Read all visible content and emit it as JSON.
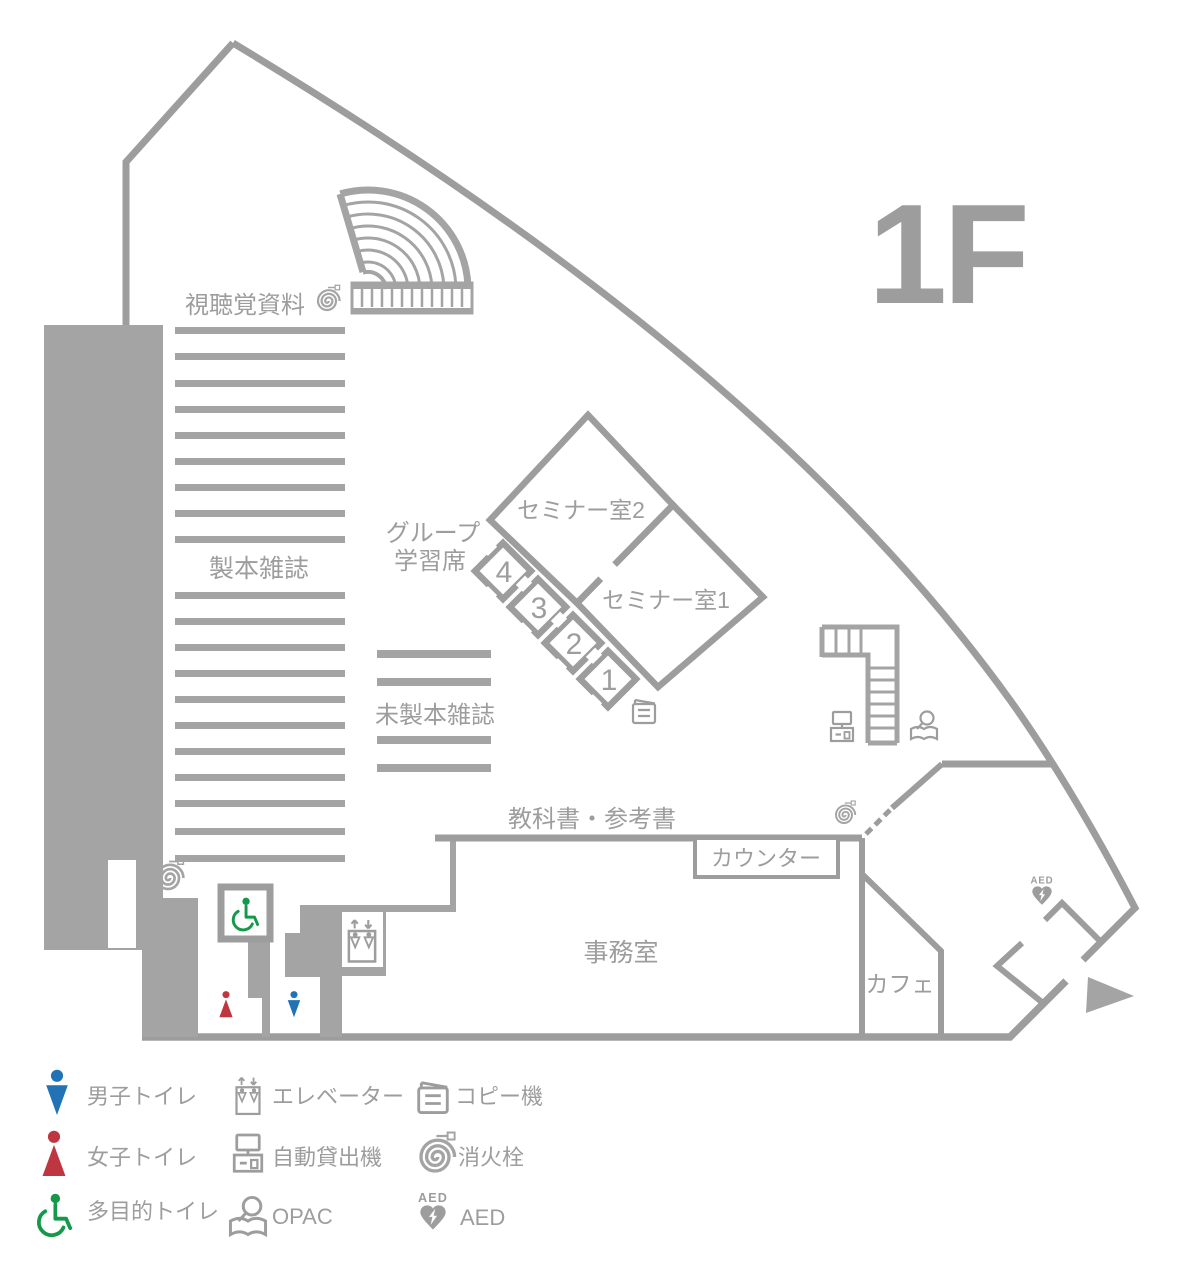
{
  "floor": {
    "label": "1F"
  },
  "colors": {
    "wall_gray": "#9d9d9d",
    "fill_gray": "#a4a4a4",
    "male_blue": "#2273b5",
    "female_red": "#bf3540",
    "accessible_green": "#14994a"
  },
  "areas": {
    "audio_visual": "視聴覚資料",
    "bound_magazines": "製本雑誌",
    "unbound_magazines": "未製本雑誌",
    "group_study_line1": "グループ",
    "group_study_line2": "学習席",
    "seminar_room_2": "セミナー室2",
    "seminar_room_1": "セミナー室1",
    "textbooks_reference": "教科書・参考書",
    "counter": "カウンター",
    "office": "事務室",
    "cafe": "カフェ",
    "aed_mark": "AED"
  },
  "group_seats": [
    "4",
    "3",
    "2",
    "1"
  ],
  "legend": {
    "items": [
      {
        "icon": "male-toilet-icon",
        "label": "男子トイレ"
      },
      {
        "icon": "female-toilet-icon",
        "label": "女子トイレ"
      },
      {
        "icon": "accessible-toilet-icon",
        "label": "多目的トイレ"
      },
      {
        "icon": "elevator-icon",
        "label": "エレベーター"
      },
      {
        "icon": "lending-machine-icon",
        "label": "自動貸出機"
      },
      {
        "icon": "opac-icon",
        "label": "OPAC"
      },
      {
        "icon": "copier-icon",
        "label": "コピー機"
      },
      {
        "icon": "fire-hydrant-icon",
        "label": "消火栓"
      },
      {
        "icon": "aed-icon",
        "label": "AED"
      }
    ]
  }
}
